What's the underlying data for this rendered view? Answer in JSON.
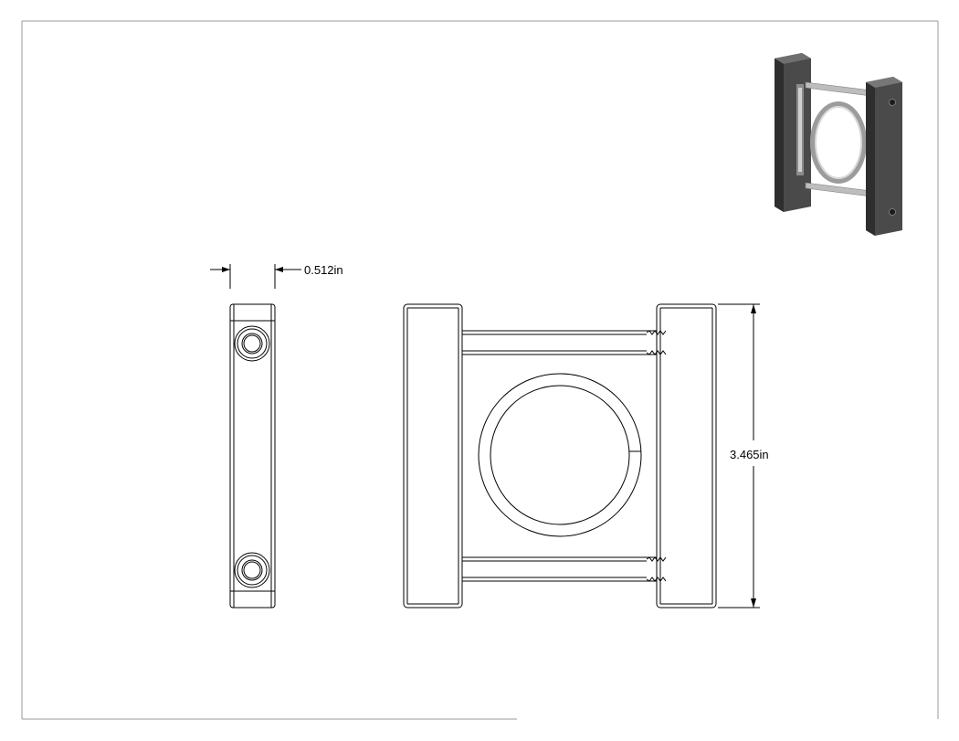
{
  "drawing": {
    "dimensions": {
      "thickness": "0.512in",
      "height": "3.465in"
    },
    "views": [
      "side-view",
      "front-view",
      "isometric-view"
    ],
    "colors": {
      "line": "#000000",
      "sheet_border": "#9a9a9a",
      "iso_dark": "#3c3c3c",
      "iso_mid": "#6f6f6f",
      "iso_light": "#bdbdbd"
    }
  }
}
